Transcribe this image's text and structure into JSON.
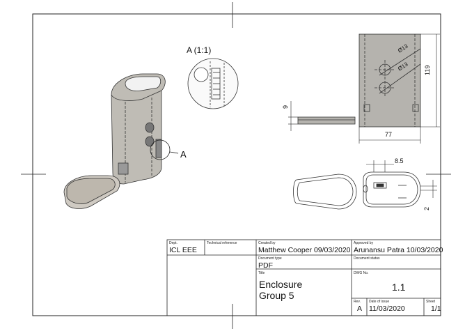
{
  "detail": {
    "label": "A (1:1)",
    "callout": "A"
  },
  "dimensions": {
    "height": "119",
    "width": "77",
    "lid_height": "9",
    "diameter_1": "Ø13",
    "diameter_2": "Ø13",
    "slot_width": "8.5",
    "wall": "2"
  },
  "title_block": {
    "dept_label": "Dept.",
    "dept": "ICL EEE",
    "tech_ref_label": "Technical reference",
    "tech_ref": "",
    "created_by_label": "Created by",
    "created_by": "Matthew Cooper  09/03/2020",
    "approved_by_label": "Approved by",
    "approved_by": "Arunansu Patra 10/03/2020",
    "doc_type_label": "Document type",
    "doc_type": "PDF",
    "doc_status_label": "Document status",
    "doc_status": "",
    "title_label": "Title",
    "title_line1": "Enclosure",
    "title_line2": "Group 5",
    "dwg_no_label": "DWG No.",
    "dwg_no": "1.1",
    "rev_label": "Rev.",
    "rev": "A",
    "date_label": "Date of issue",
    "date": "11/03/2020",
    "sheet_label": "Sheet",
    "sheet": "1/1"
  }
}
